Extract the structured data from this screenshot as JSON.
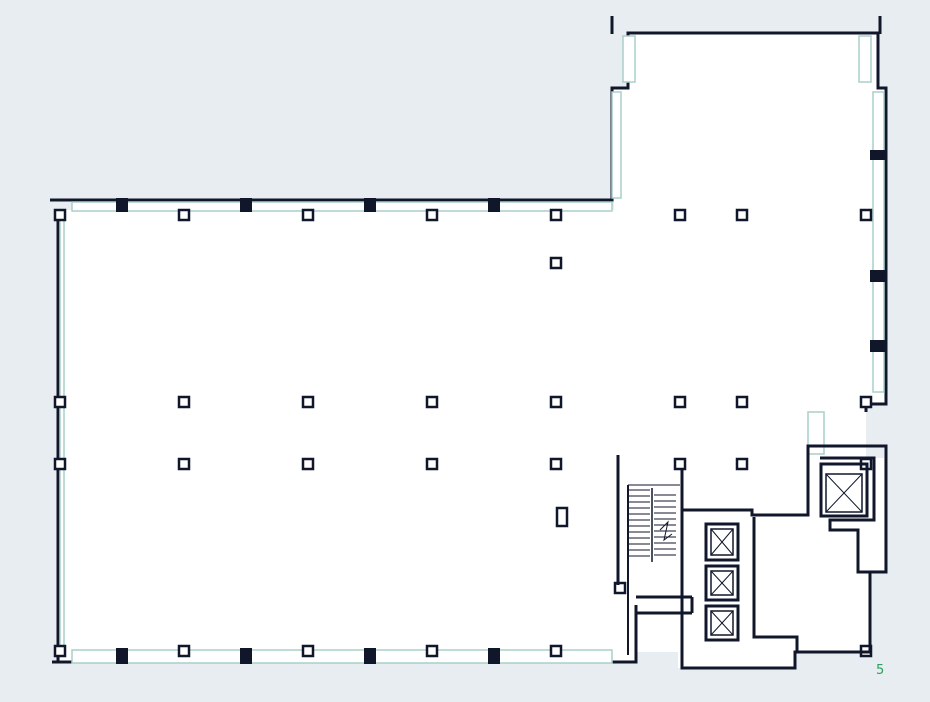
{
  "floor_plan": {
    "page_number": "5",
    "colors": {
      "background": "#e8edf1",
      "floor": "#ffffff",
      "wall": "#10172b",
      "glazing": "#a9cfc8",
      "page_number": "#27a35a"
    },
    "elevator_count": 4,
    "column_grid_rows": 4
  }
}
